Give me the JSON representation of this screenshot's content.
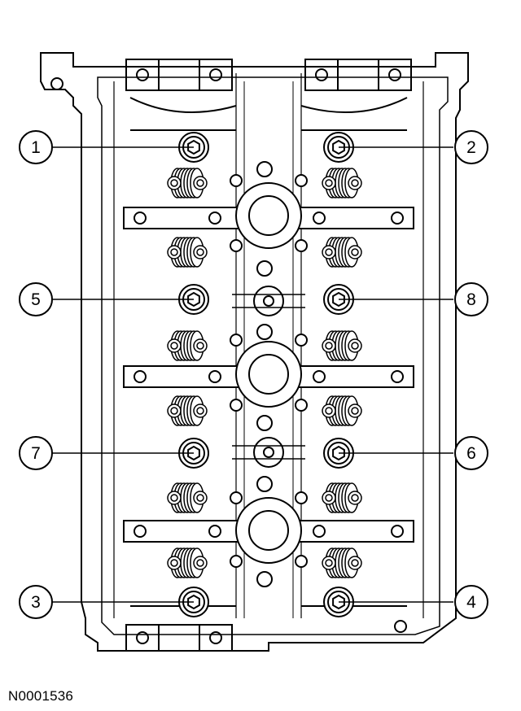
{
  "figure_id": "N0001536",
  "callouts": [
    "1",
    "2",
    "3",
    "4",
    "5",
    "6",
    "7",
    "8"
  ]
}
